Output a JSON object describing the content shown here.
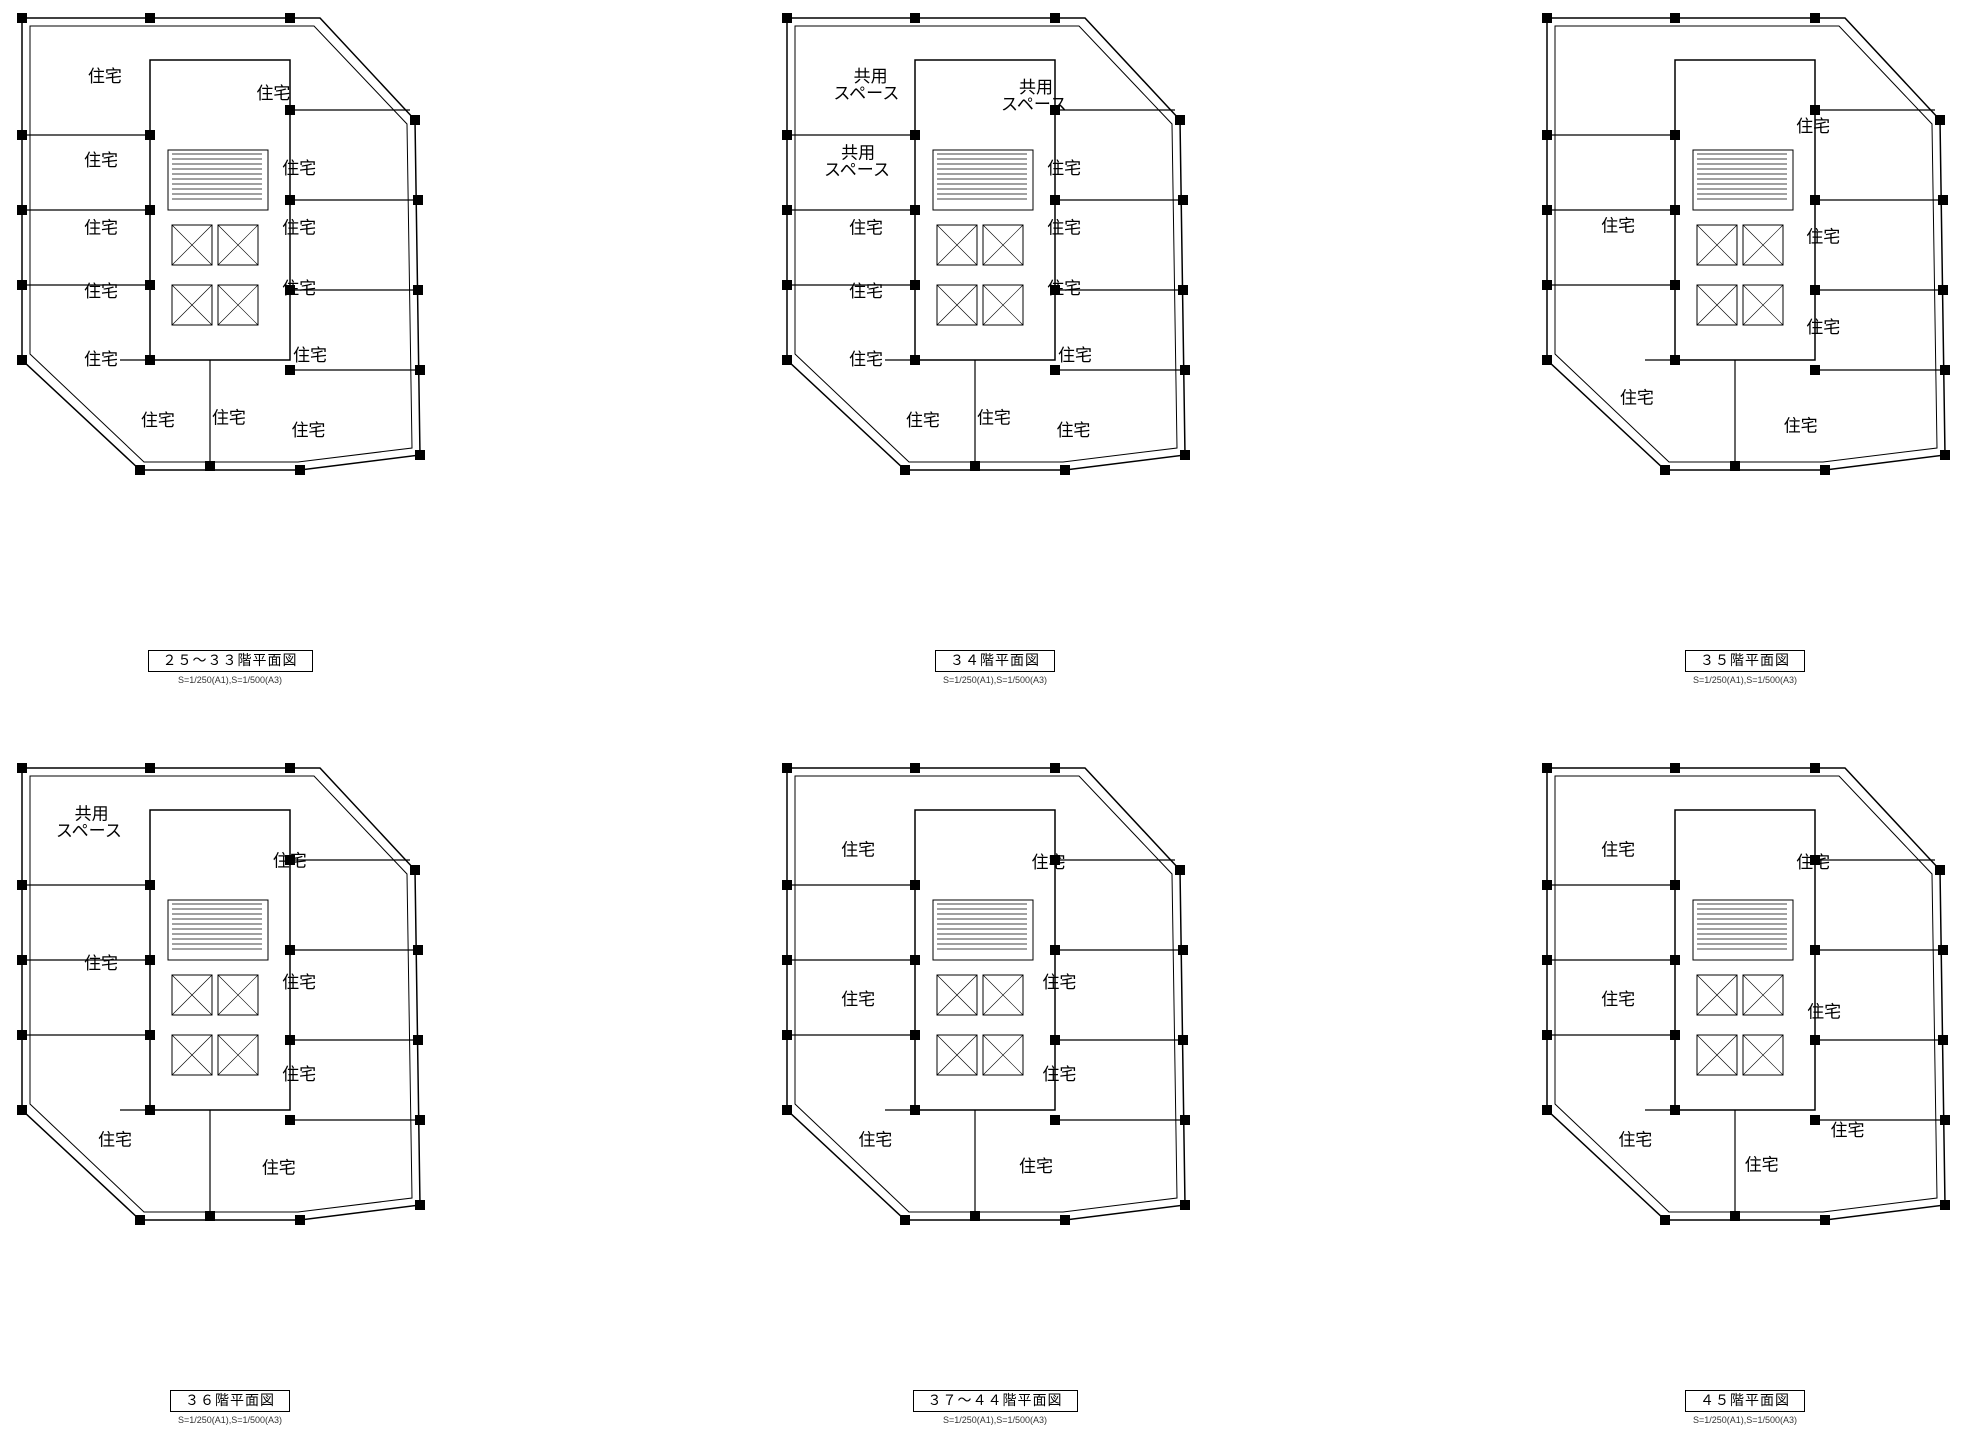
{
  "room_labels": {
    "residence": "住宅",
    "common_line1": "共用",
    "common_line2": "スペース"
  },
  "plans": [
    {
      "title": "２５～３３階平面図",
      "scale": "S=1/250(A1),S=1/500(A3)"
    },
    {
      "title": "３４階平面図",
      "scale": "S=1/250(A1),S=1/500(A3)"
    },
    {
      "title": "３５階平面図",
      "scale": "S=1/250(A1),S=1/500(A3)"
    },
    {
      "title": "３６階平面図",
      "scale": "S=1/250(A1),S=1/500(A3)"
    },
    {
      "title": "３７～４４階平面図",
      "scale": "S=1/250(A1),S=1/500(A3)"
    },
    {
      "title": "４５階平面図",
      "scale": "S=1/250(A1),S=1/500(A3)"
    }
  ]
}
